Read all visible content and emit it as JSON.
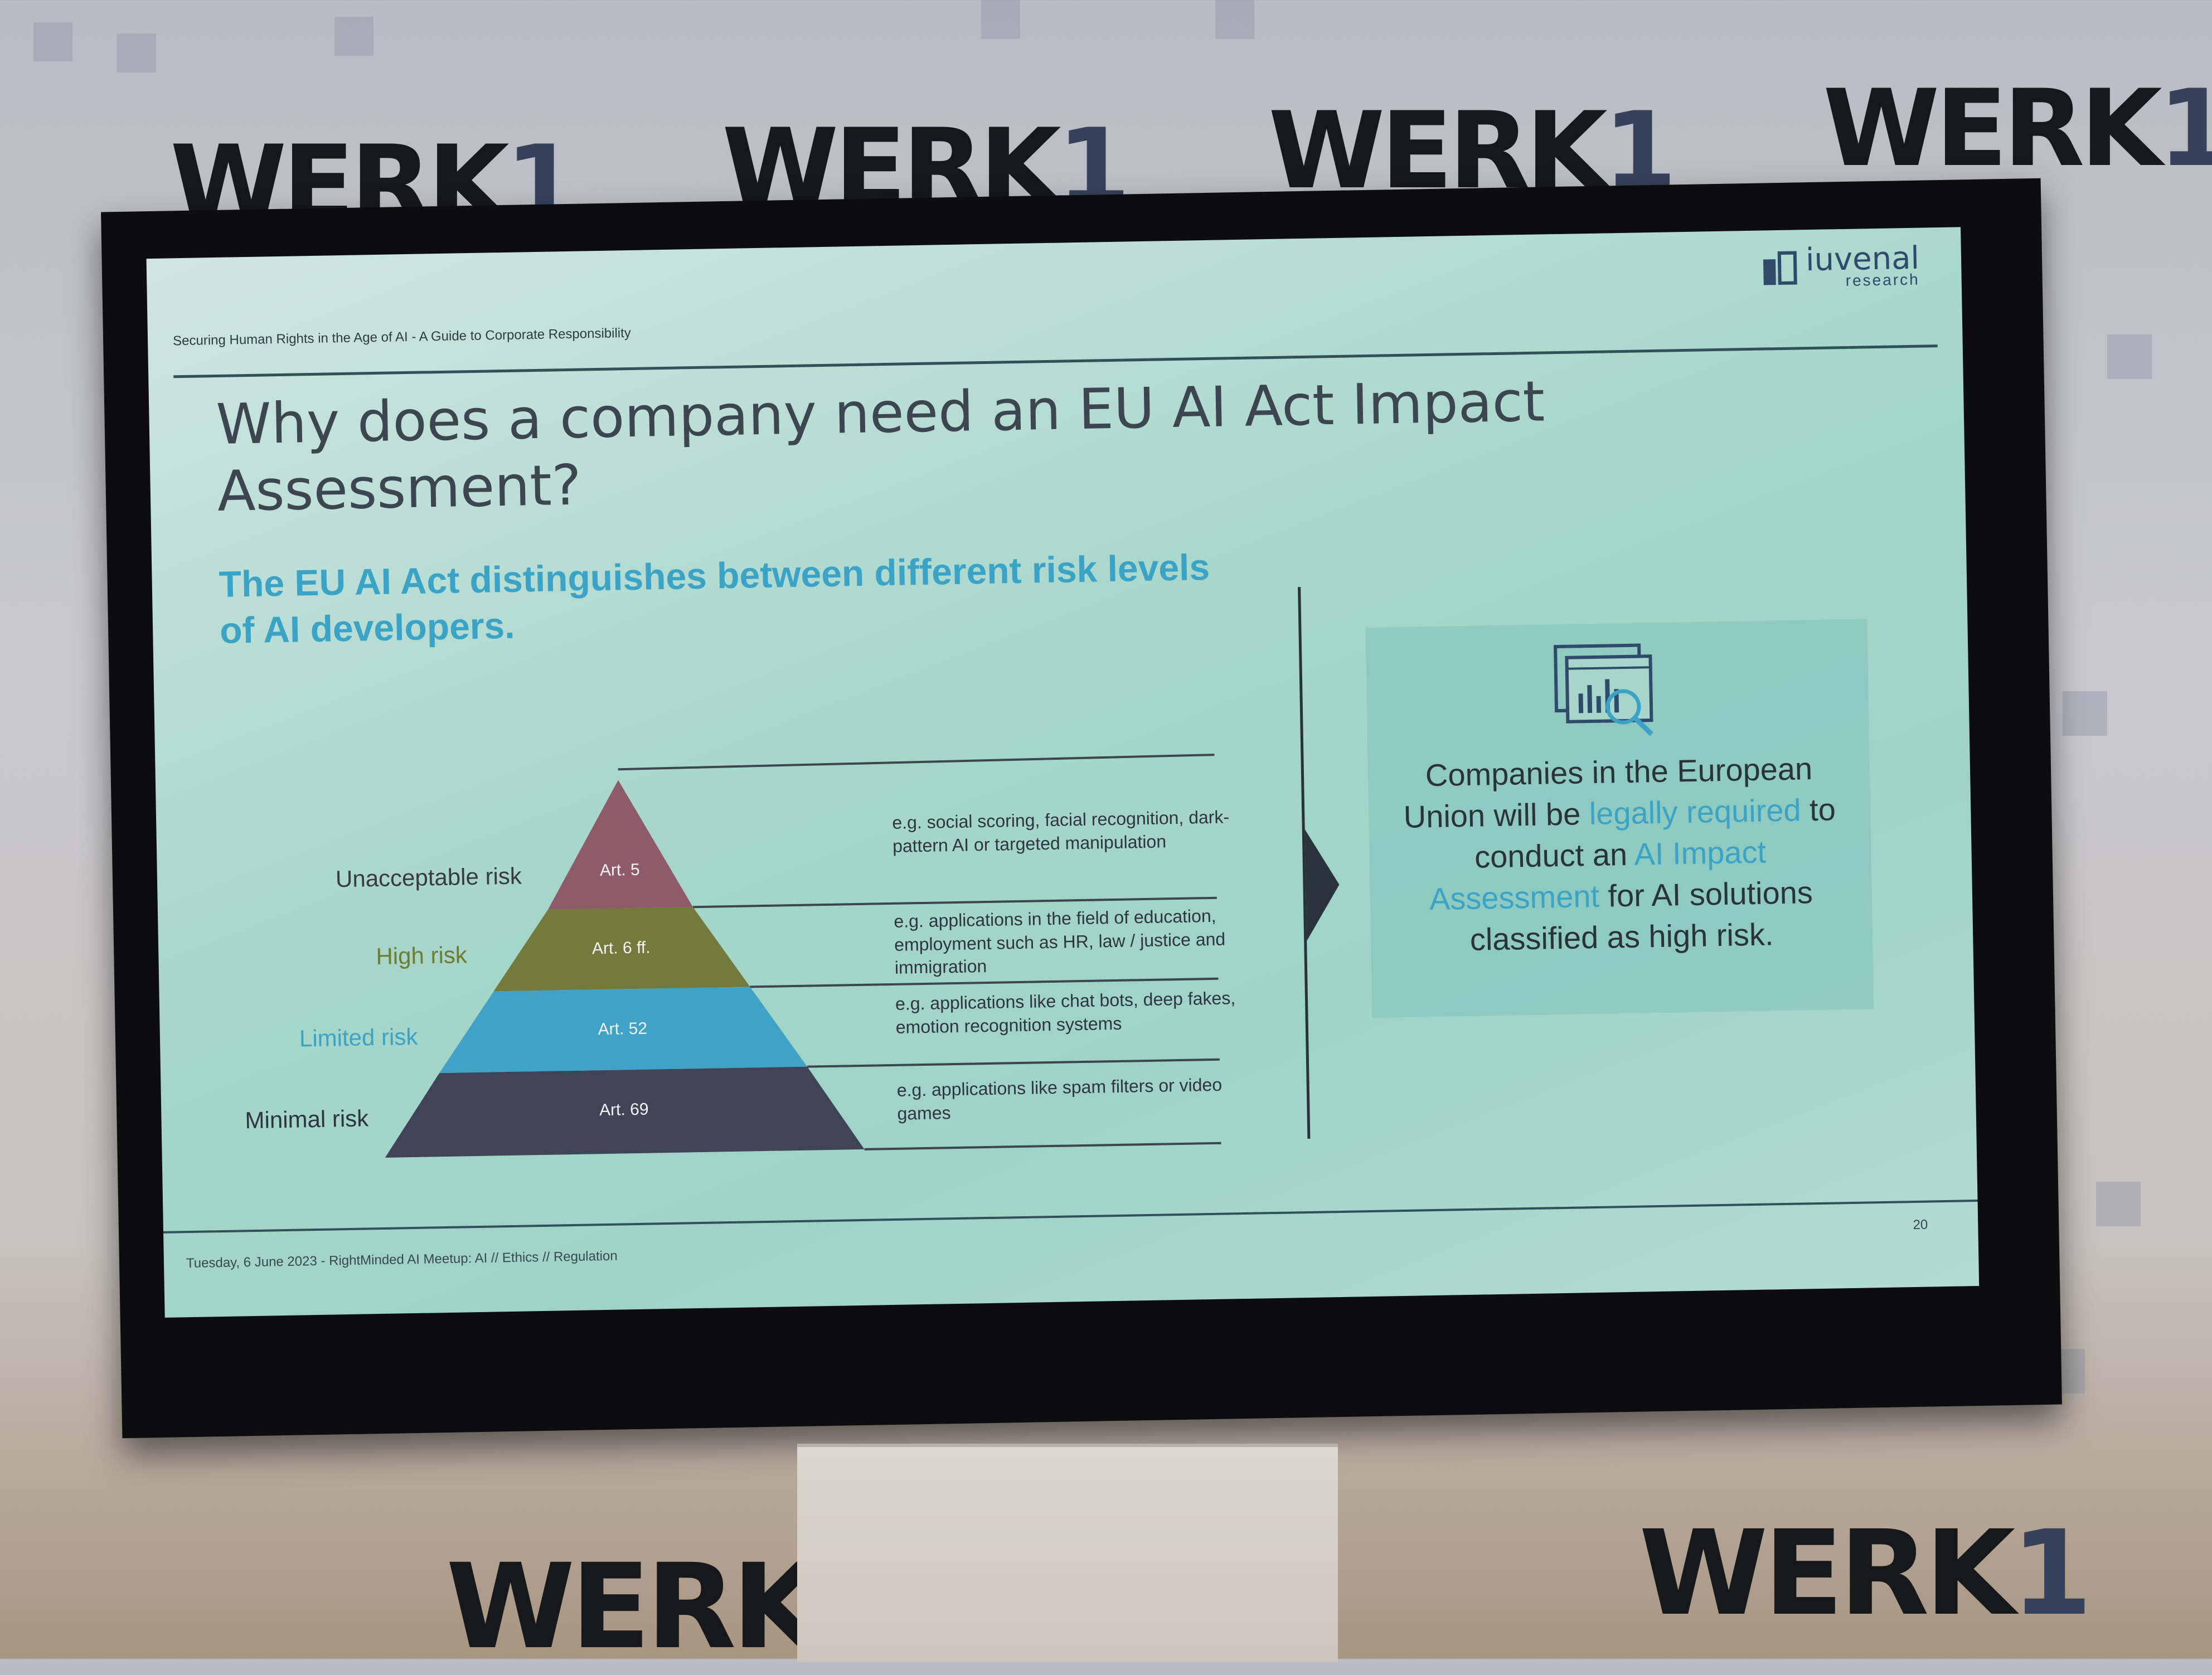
{
  "backdrop": {
    "brand": "WERK",
    "brand_numeral": "1"
  },
  "slide": {
    "header_title": "Securing Human Rights in the Age of AI - A Guide to Corporate Responsibility",
    "logo": {
      "name": "iuvenal",
      "sub": "research"
    },
    "title": "Why does a company need an EU AI Act Impact Assessment?",
    "subheading": "The EU AI Act distinguishes between different risk levels of AI developers.",
    "pyramid": [
      {
        "risk": "Unacceptable risk",
        "article": "Art. 5",
        "example": "e.g. social scoring, facial recognition, dark-pattern AI or targeted manipulation",
        "color": "#8f5a6a",
        "label_color": "#3a3a40"
      },
      {
        "risk": "High risk",
        "article": "Art. 6 ff.",
        "example": "e.g. applications in the field of education, employment such as HR, law / justice and immigration",
        "color": "#747a3c",
        "label_color": "#6f7d2e"
      },
      {
        "risk": "Limited risk",
        "article": "Art. 52",
        "example": "e.g. applications like chat bots, deep fakes, emotion recognition systems",
        "color": "#3fa2c6",
        "label_color": "#3aa3c6"
      },
      {
        "risk": "Minimal risk",
        "article": "Art. 69",
        "example": "e.g. applications like spam filters or video games",
        "color": "#3f4457",
        "label_color": "#2e3440"
      }
    ],
    "callout": {
      "icon": "data-analysis-icon",
      "text_1": "Companies in the European Union will be ",
      "highlight_1": "legally required",
      "text_2": " to conduct an ",
      "highlight_2": "AI Impact Assessment",
      "text_3": " for AI solutions classified as high risk."
    },
    "footer": "Tuesday, 6 June 2023 - RightMinded AI Meetup: AI // Ethics // Regulation",
    "page_number": "20"
  },
  "colors": {
    "accent": "#3aa3c6",
    "title": "#3d4650",
    "slide_bg": "#a6d6ca",
    "frame": "#0d0d0f"
  }
}
